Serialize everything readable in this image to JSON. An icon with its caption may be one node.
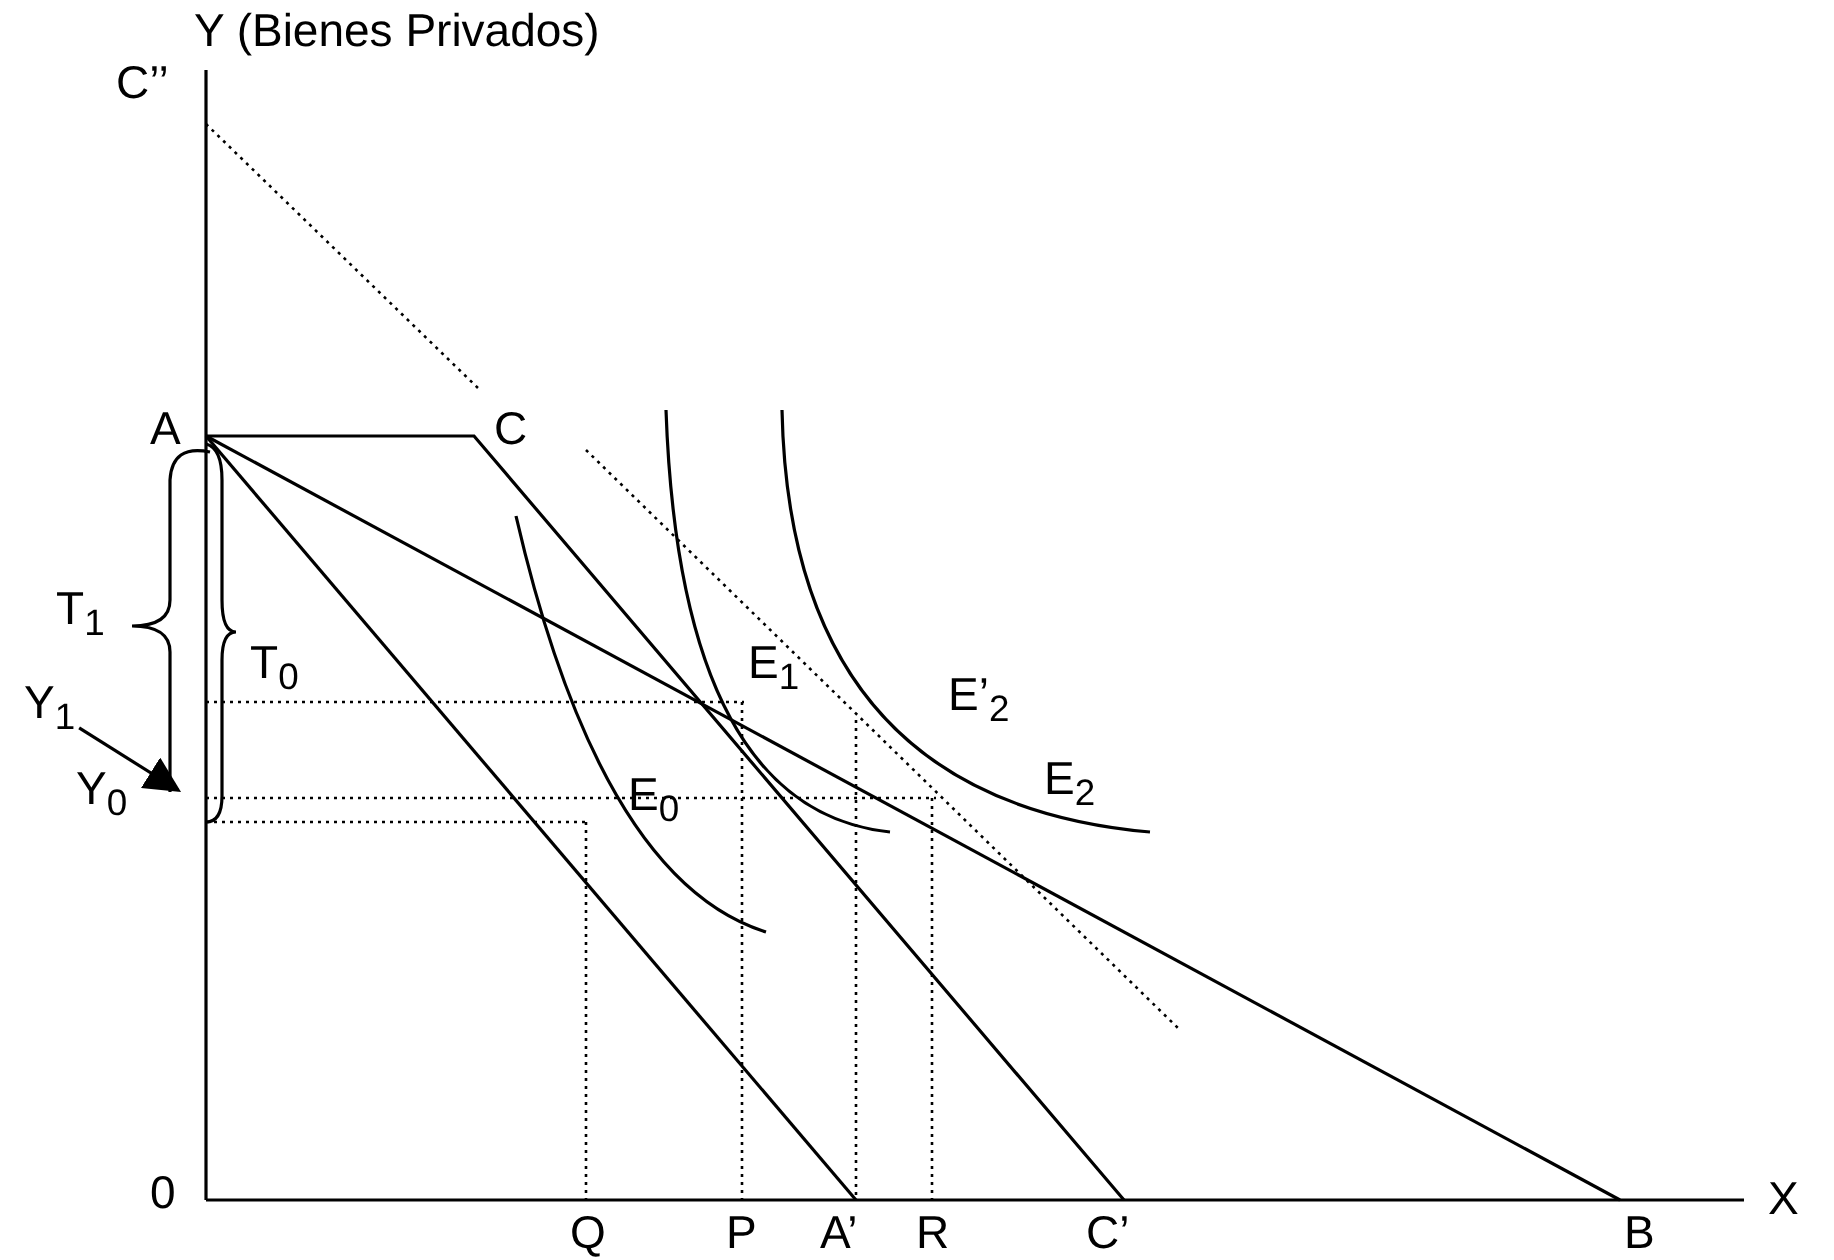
{
  "diagram": {
    "nodes": [
      {
        "text": [
          "Y$_{1}$"
        ]
      },
      {
        "text": [],
        "shape": "brace"
      }
    ],
    "edges": [
      {
        "from": 0,
        "to": 1,
        "arrow": "to"
      }
    ],
    "labels": [
      "Y  (Bienes Privados)",
      "C’’",
      "A",
      "C",
      "T$_{1}$",
      "T$_{0}$",
      "E$_{1}$",
      "E’$_{2}$",
      "Y$_{0}$",
      "E$_{0}$",
      "E$_{2}$",
      "0",
      "X",
      "Q",
      "P",
      "A’",
      "R",
      "C’",
      "B"
    ]
  }
}
